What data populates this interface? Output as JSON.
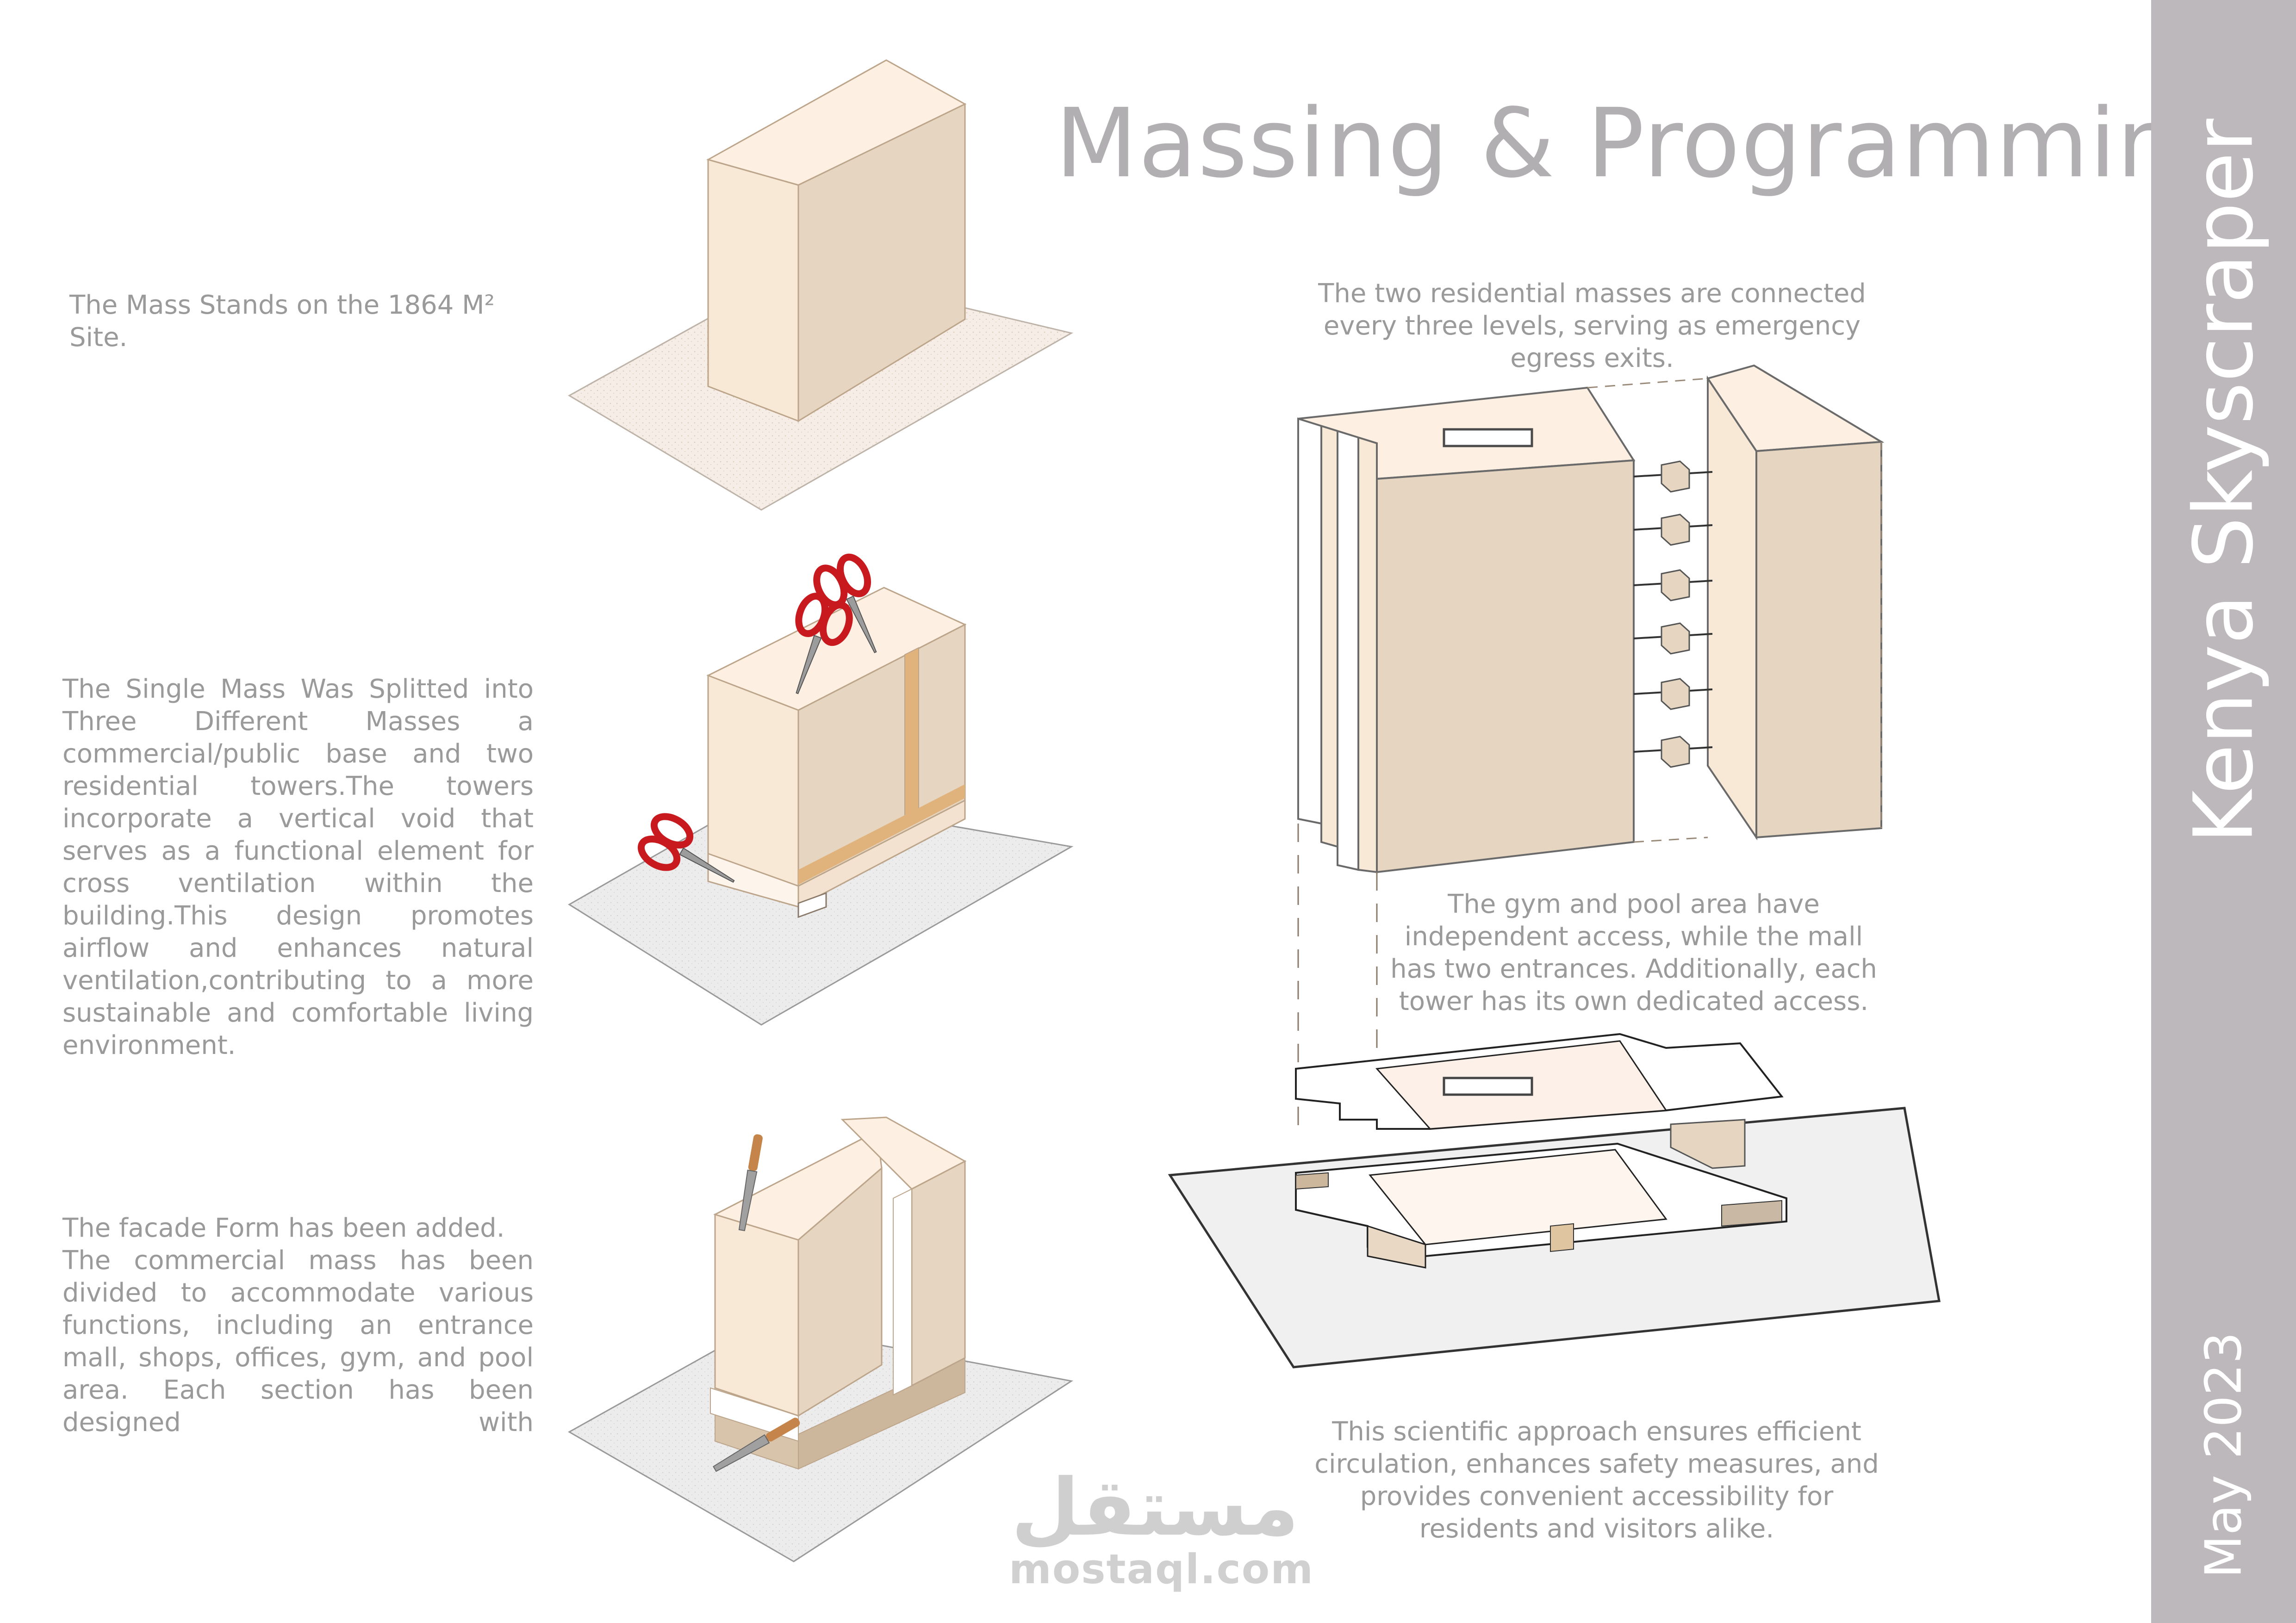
{
  "header": {
    "title": "Massing & Programming"
  },
  "sidebar": {
    "project_title": "Kenya Skyscraper",
    "date": "May 2023"
  },
  "steps": [
    {
      "text": "The Mass Stands on the 1864 M² Site."
    },
    {
      "text": "The Single Mass Was Splitted into Three Different Masses a commercial/public base and two residential towers.The towers incorporate a vertical void that serves as a functional element for cross ventilation within the building.This design promotes airflow and enhances natural ventilation,contributing to a more sustainable and comfortable living environment."
    },
    {
      "line1": "The facade Form has been added.",
      "text": "The commercial mass has been divided to accommodate various functions, including an entrance mall, shops, offices, gym, and pool area. Each section has been designed with"
    }
  ],
  "annotations": {
    "connections": "The two residential masses are connected every three levels, serving as emergency egress exits.",
    "access": "The gym and pool area have independent access, while the mall has two entrances. Additionally, each tower has its own dedicated access.",
    "conclusion": "This scientific approach ensures efficient circulation, enhances safety measures, and provides convenient accessibility for residents and visitors alike."
  },
  "watermark": {
    "arabic": "مستقل",
    "latin": "mostaql.com"
  },
  "colors": {
    "mass_front": "#e6d6c1",
    "mass_side": "#f8e8d6",
    "mass_top": "#fdf0e3",
    "void": "#e0b27c",
    "site": "#ededed",
    "title": "#b2afb2",
    "sidebar": "#bdb8bc",
    "scissor_handle": "#c8191e"
  }
}
